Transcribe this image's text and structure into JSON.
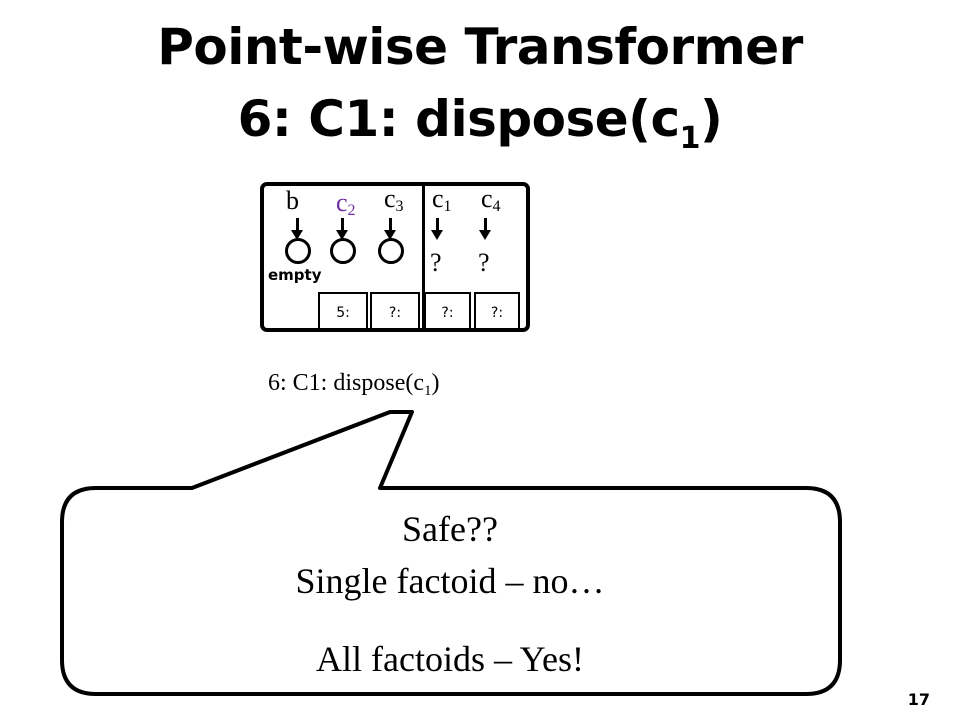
{
  "title": {
    "line1": "Point-wise Transformer",
    "line2_prefix": "6: C1: dispose(c",
    "line2_sub": "1",
    "line2_suffix": ")"
  },
  "diagram": {
    "vars": [
      {
        "name": "b",
        "sub": ""
      },
      {
        "name": "c",
        "sub": "2"
      },
      {
        "name": "c",
        "sub": "3"
      },
      {
        "name": "c",
        "sub": "1"
      },
      {
        "name": "c",
        "sub": "4"
      }
    ],
    "unknown_marks": [
      "?",
      "?"
    ],
    "empty_label": "empty",
    "cells": [
      "5:",
      "?:",
      "?:",
      "?:"
    ],
    "colors": {
      "c2": "#7030a0"
    }
  },
  "statement": {
    "prefix": "6: C1: dispose(c",
    "sub": "1",
    "suffix": ")"
  },
  "bubble": {
    "lines": [
      "Safe??",
      "Single factoid – no…",
      "All factoids – Yes!"
    ]
  },
  "page_number": "17"
}
